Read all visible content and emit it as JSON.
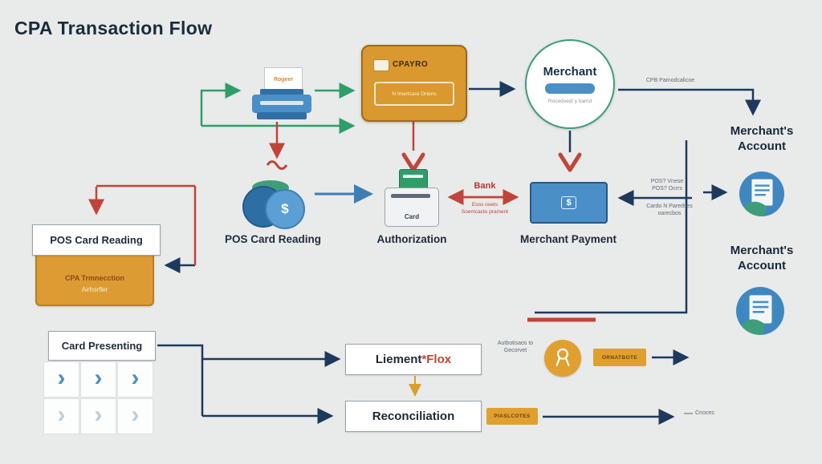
{
  "title": "CPA Transaction Flow",
  "colors": {
    "background": "#e9eaea",
    "navy": "#1d3a5c",
    "green": "#2e9e68",
    "red": "#c0443a",
    "blue": "#4a8fc7",
    "gold": "#dd9c33"
  },
  "terminal": {
    "screen_text": "Rogeer"
  },
  "card": {
    "name": "CPAYRO",
    "note": "N Imertcare Ortens"
  },
  "merchant": {
    "title": "Merchant",
    "subtitle": "Rocedoedi y bamd"
  },
  "labels": {
    "pos_card_reading": "POS Card Reading",
    "authorization": "Authorization",
    "merchant_payment": "Merchant Payment",
    "card_small": "Card",
    "dollar": "$",
    "account_line1": "Merchant's",
    "account_line2": "Account"
  },
  "notes": {
    "cpb": "CPB Pamodcalicoe",
    "pos_a1": "POS? Vnese",
    "pos_a2": "POS? Ocrrs",
    "pos_b1": "Cardo N Paredses",
    "pos_b2": "oarecbos",
    "bank": "Bank",
    "bank_sub1": "Eoss ooets",
    "bank_sub2": "Soemcacto prament",
    "authbot1": "Autbotisaos to",
    "authbot2": "Gecorvet",
    "badge1": "ORNATBOTE",
    "badge2": "PIASLCOTES",
    "cnoces": "Cnoces"
  },
  "left_box": {
    "title": "POS Card Reading",
    "gold_line1": "CPA Trmnecction",
    "gold_line2": "Airhorfler"
  },
  "bottom": {
    "card_presenting": "Card Presenting",
    "chevron_glyph": "›",
    "liement_main": "Liement",
    "liement_accent": "*Flox",
    "reconciliation": "Reconciliation"
  }
}
